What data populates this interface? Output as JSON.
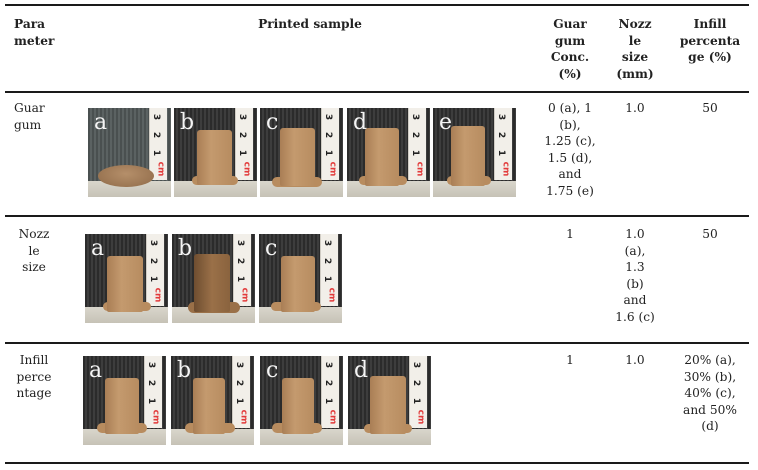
{
  "table": {
    "headers": {
      "parameter": "Para meter",
      "parameter_lines": [
        "Para",
        "meter"
      ],
      "printed_sample": "Printed sample",
      "guar_gum_conc": [
        "Guar",
        "gum",
        "Conc.",
        "(%)"
      ],
      "nozzle_size": [
        "Nozz",
        "le",
        "size",
        "(mm)"
      ],
      "infill_percentage": [
        "Infill",
        "percenta",
        "ge (%)"
      ]
    },
    "rows": [
      {
        "parameter": [
          "Guar",
          "gum"
        ],
        "samples": [
          "a",
          "b",
          "c",
          "d",
          "e"
        ],
        "guar_gum_conc": [
          "0 (a), 1",
          "(b),",
          "1.25 (c),",
          "1.5 (d),",
          "and",
          "1.75 (e)"
        ],
        "nozzle_size": [
          "1.0"
        ],
        "infill_percentage": [
          "50"
        ]
      },
      {
        "parameter": [
          "Nozz",
          "le",
          "size"
        ],
        "samples": [
          "a",
          "b",
          "c"
        ],
        "guar_gum_conc": [
          "1"
        ],
        "nozzle_size": [
          "1.0",
          "(a),",
          "1.3",
          "(b)",
          "and",
          "1.6 (c)"
        ],
        "infill_percentage": [
          "50"
        ]
      },
      {
        "parameter": [
          "Infill",
          "perce",
          "ntage"
        ],
        "samples": [
          "a",
          "b",
          "c",
          "d"
        ],
        "guar_gum_conc": [
          "1"
        ],
        "nozzle_size": [
          "1.0"
        ],
        "infill_percentage": [
          "20% (a),",
          "30% (b),",
          "40% (c),",
          "and 50%",
          "(d)"
        ]
      }
    ],
    "ruler_marks": [
      "3",
      "2",
      "1",
      "cm"
    ]
  }
}
